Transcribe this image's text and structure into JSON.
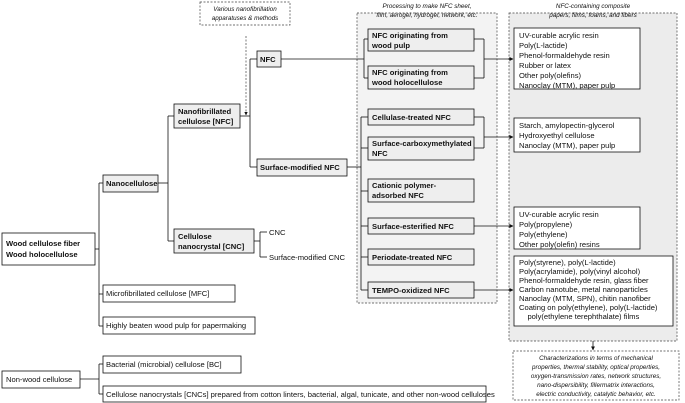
{
  "root": {
    "line1": "Wood cellulose fiber",
    "line2": "Wood holocellulose"
  },
  "nanocellulose": "Nanocellulose",
  "mfc": "Microfibrillated cellulose [MFC]",
  "beaten_pulp": "Highly beaten wood pulp for papermaking",
  "nfc_node": {
    "line1": "Nanofibrillated",
    "line2": "cellulose [NFC]"
  },
  "cnc_node": {
    "line1": "Cellulose",
    "line2": "nanocrystal [CNC]",
    "cnc": "CNC",
    "surface_modified_cnc": "Surface-modified CNC"
  },
  "nfc_short": "NFC",
  "surface_modified_nfc": "Surface-modified NFC",
  "apparatus_note": {
    "line1": "Various nanofibrillation",
    "line2": "apparatuses & methods"
  },
  "processing_header": {
    "line1": "Processing to make NFC sheet,",
    "line2": "film, aerogel, hydrogel, network, etc."
  },
  "nfc_types": [
    {
      "line1": "NFC originating from",
      "line2": "wood pulp"
    },
    {
      "line1": "NFC originating from",
      "line2": "wood holocellulose"
    },
    {
      "line1": "Cellulase-treated NFC",
      "line2": ""
    },
    {
      "line1": "Surface-carboxymethylated",
      "line2": "NFC"
    },
    {
      "line1": "Cationic polymer-",
      "line2": "adsorbed NFC"
    },
    {
      "line1": "Surface-esterified NFC",
      "line2": ""
    },
    {
      "line1": "Periodate-treated NFC",
      "line2": ""
    },
    {
      "line1": "TEMPO-oxidized NFC",
      "line2": ""
    }
  ],
  "composite_header": {
    "line1": "NFC-containing composite",
    "line2": "papers, films, foams, and fibers"
  },
  "composite_groups": [
    [
      "UV-curable acrylic resin",
      "Poly(L-lactide)",
      "Phenol-formaldehyde resin",
      "Rubber or latex",
      "Other poly(olefins)",
      "Nanoclay (MTM), paper pulp"
    ],
    [
      "Starch, amylopectin-glycerol",
      "Hydroxyethyl cellulose",
      "Nanoclay (MTM), paper pulp"
    ],
    [
      "UV-curable acrylic resin",
      "Poly(propylene)",
      "Poly(ethylene)",
      "Other poly(olefin) resins"
    ],
    [
      "Poly(styrene), poly(L-lactide)",
      "Poly(acrylamide), poly(vinyl alcohol)",
      "Phenol-formaldehyde resin, glass fiber",
      "Carbon nanotube, metal nanoparticles",
      "Nanoclay (MTM, SPN), chitin nanofiber",
      "Coating on poly(ethylene), poly(L-lactide)",
      "    poly(ethylene terephthalate) films"
    ]
  ],
  "characterization": [
    "Characterizations in terms of mechanical",
    "properties, thermal stability, optical properties,",
    "oxygen-transmission rates, network structures,",
    "nano-dispersibility, fillermatrix interactions,",
    "electric conductivity, catalytic behavior, etc."
  ],
  "non_wood": "Non-wood cellulose",
  "bc": "Bacterial (microbial) cellulose [BC]",
  "cnc_sources": "Cellulose nanocrystals [CNCs] prepared from cotton linters, bacterial, algal, tunicate, and other non-wood celluloses"
}
